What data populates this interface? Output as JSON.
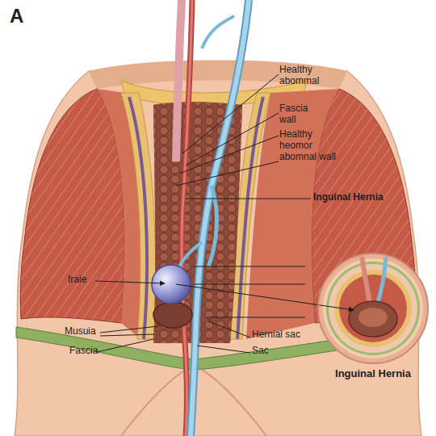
{
  "diagram": {
    "nodes": [
      {
        "text": [
          "Inguinal Hernia"
        ]
      }
    ],
    "labels": [
      "A",
      "Healthy abommal",
      "Fascia wall",
      "Healthy heomor abomnal wall",
      "Inguinal Hernia",
      "Iraie",
      "Musuia",
      "Fascia",
      "Hernial sac",
      "Sac"
    ]
  }
}
